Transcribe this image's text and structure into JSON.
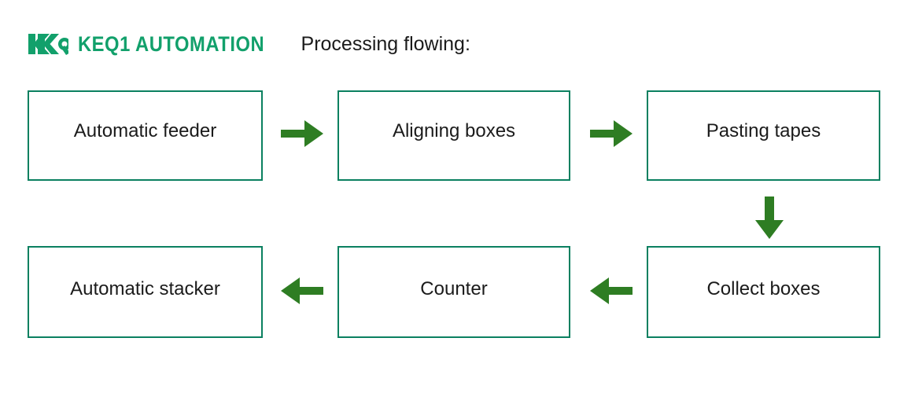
{
  "header": {
    "logo_icon": "kq-logo-icon",
    "brand": "KEQ1 AUTOMATION",
    "title": "Processing flowing:"
  },
  "colors": {
    "brand_green": "#12a06b",
    "box_border": "#0b8060",
    "arrow_green": "#2e7d23",
    "text": "#1b1b1b",
    "background": "#ffffff"
  },
  "flow": {
    "rows": [
      {
        "direction": "left-to-right",
        "steps": [
          {
            "label": "Automatic feeder"
          },
          {
            "label": "Aligning boxes"
          },
          {
            "label": "Pasting tapes"
          }
        ]
      },
      {
        "direction": "right-to-left",
        "steps": [
          {
            "label": "Automatic stacker"
          },
          {
            "label": "Counter"
          },
          {
            "label": "Collect boxes"
          }
        ]
      }
    ],
    "connectors": [
      {
        "name": "arrow-right-1",
        "icon": "arrow-right-icon",
        "from": "Automatic feeder",
        "to": "Aligning boxes"
      },
      {
        "name": "arrow-right-2",
        "icon": "arrow-right-icon",
        "from": "Aligning boxes",
        "to": "Pasting tapes"
      },
      {
        "name": "arrow-down-1",
        "icon": "arrow-down-icon",
        "from": "Pasting tapes",
        "to": "Collect boxes"
      },
      {
        "name": "arrow-left-1",
        "icon": "arrow-left-icon",
        "from": "Collect boxes",
        "to": "Counter"
      },
      {
        "name": "arrow-left-2",
        "icon": "arrow-left-icon",
        "from": "Counter",
        "to": "Automatic stacker"
      }
    ]
  }
}
